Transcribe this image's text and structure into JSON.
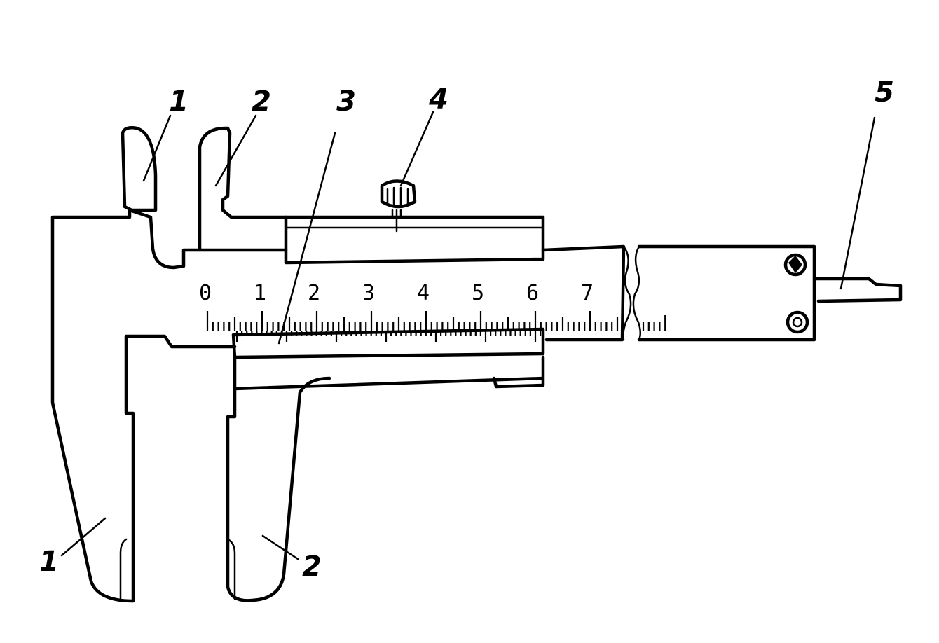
{
  "callouts": [
    {
      "id": "top-jaw-1",
      "text": "1"
    },
    {
      "id": "top-jaw-2",
      "text": "2"
    },
    {
      "id": "vernier-3",
      "text": "3"
    },
    {
      "id": "screw-4",
      "text": "4"
    },
    {
      "id": "depth-rod-5",
      "text": "5"
    },
    {
      "id": "bottom-jaw-1",
      "text": "1"
    },
    {
      "id": "bottom-jaw-2",
      "text": "2"
    }
  ],
  "main_scale": {
    "numbers": [
      "0",
      "1",
      "2",
      "3",
      "4",
      "5",
      "6",
      "7"
    ]
  },
  "colors": {
    "line": "#000000",
    "background": "#ffffff"
  }
}
